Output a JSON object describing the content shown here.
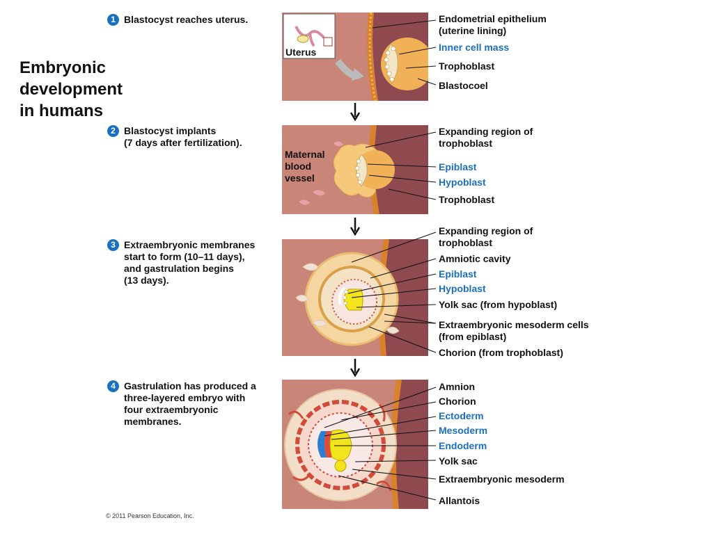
{
  "title": "Embryonic\ndevelopment\nin humans",
  "steps": [
    {
      "num": "1",
      "text": "Blastocyst reaches uterus."
    },
    {
      "num": "2",
      "text": "Blastocyst implants\n(7 days after fertilization)."
    },
    {
      "num": "3",
      "text": "Extraembryonic membranes\nstart to form (10–11 days),\nand gastrulation begins\n(13 days)."
    },
    {
      "num": "4",
      "text": "Gastrulation has produced a\nthree-layered embryo with\nfour extraembryonic\nmembranes."
    }
  ],
  "panel_labels": {
    "uterus": "Uterus",
    "maternal_blood_vessel": "Maternal\nblood\nvessel"
  },
  "labels": {
    "p1": [
      "Endometrial epithelium\n(uterine lining)",
      "Inner cell mass",
      "Trophoblast",
      "Blastocoel"
    ],
    "p2": [
      "Expanding region of\ntrophoblast",
      "Epiblast",
      "Hypoblast",
      "Trophoblast"
    ],
    "p3": [
      "Expanding region of\ntrophoblast",
      "Amniotic cavity",
      "Epiblast",
      "Hypoblast",
      "Yolk sac (from hypoblast)",
      "Extraembryonic mesoderm cells\n(from epiblast)",
      "Chorion (from trophoblast)"
    ],
    "p4": [
      "Amnion",
      "Chorion",
      "Ectoderm",
      "Mesoderm",
      "Endoderm",
      "Yolk sac",
      "Extraembryonic mesoderm",
      "Allantois"
    ]
  },
  "copyright": "© 2011 Pearson Education, Inc.",
  "colors": {
    "step_badge": "#1a6fbf",
    "blue_label": "#1a6fbf",
    "uterine_tissue": "#c98578",
    "deep_tissue": "#8e4a4e",
    "epithelium": "#d9822b",
    "blastocyst": "#f1b257",
    "yolk": "#f2e41d",
    "ectoderm": "#2a7fd0"
  }
}
